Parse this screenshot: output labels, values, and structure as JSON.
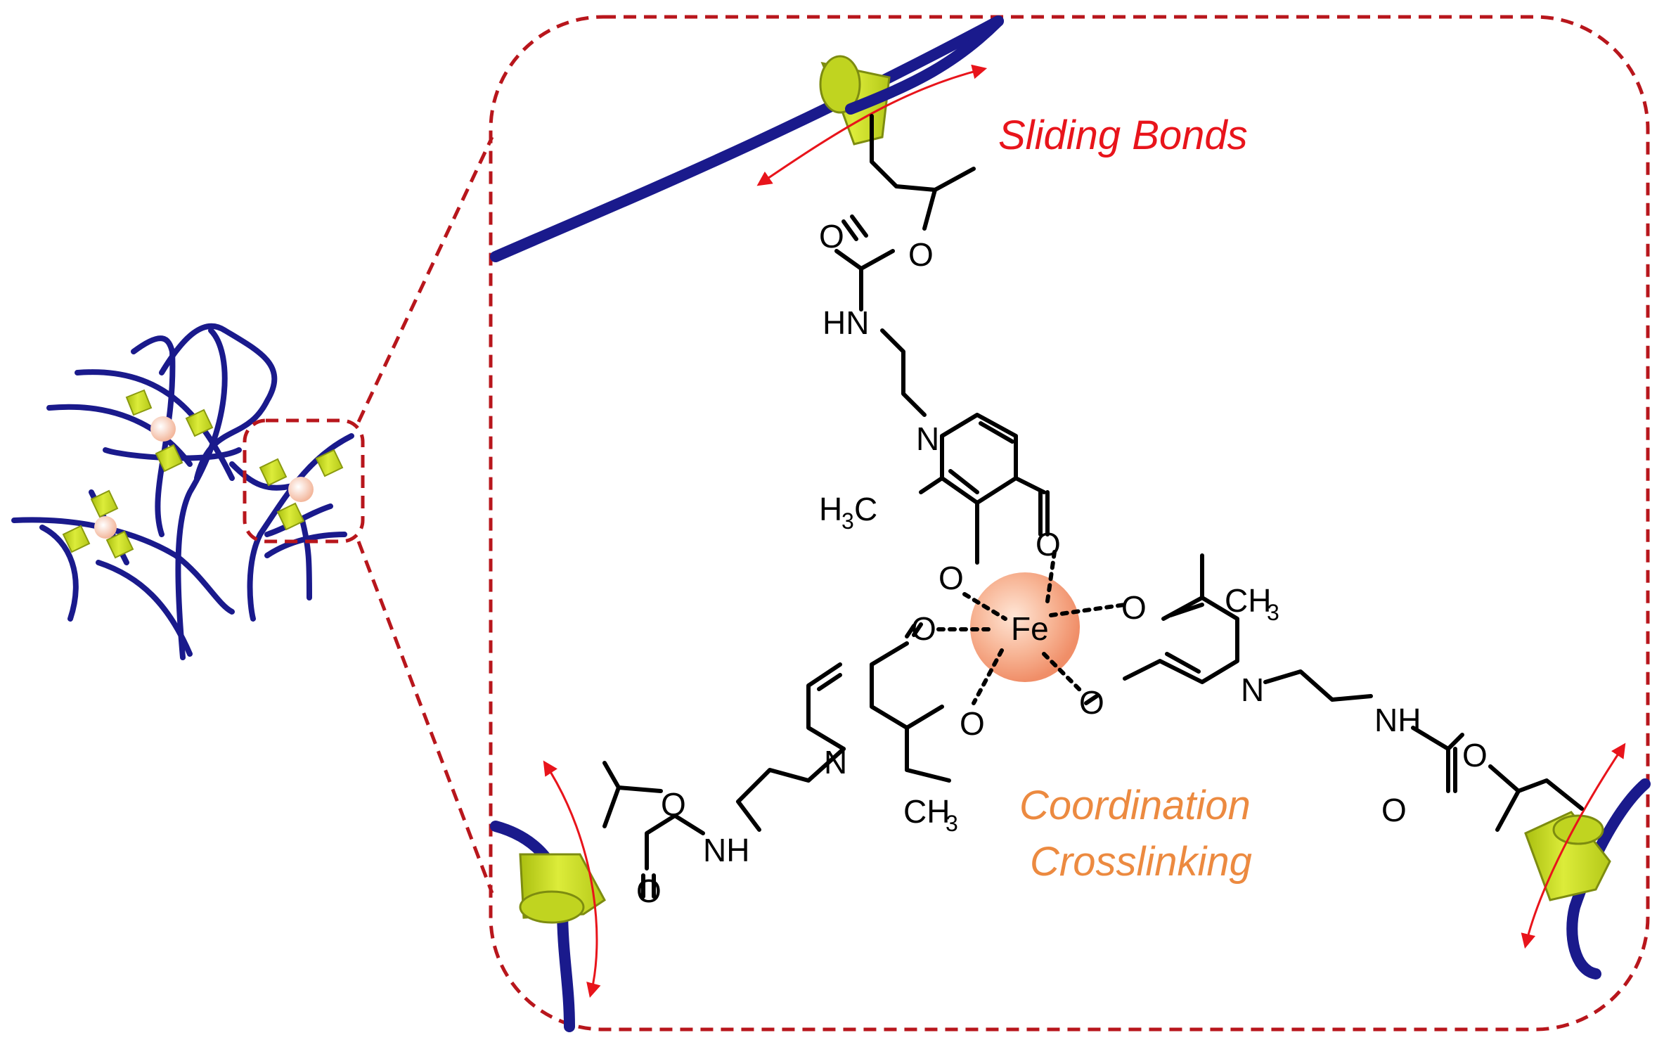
{
  "labels": {
    "sliding": "Sliding Bonds",
    "coordination_1": "Coordination",
    "coordination_2": "Crosslinking"
  },
  "atoms": {
    "fe": "Fe",
    "o": "O",
    "n": "N",
    "hn": "HN",
    "nh": "NH",
    "ch3_main": "CH",
    "h3c_main": "H",
    "c": "C",
    "sub3": "3"
  },
  "colors": {
    "polymer_chain": "#1a1a8c",
    "cyclodextrin": "#c8dc1e",
    "iron_sphere": "#f5a07c",
    "dashed_box": "#b8161c",
    "sliding_text": "#e8141b",
    "coordination_text": "#ec8a40"
  }
}
